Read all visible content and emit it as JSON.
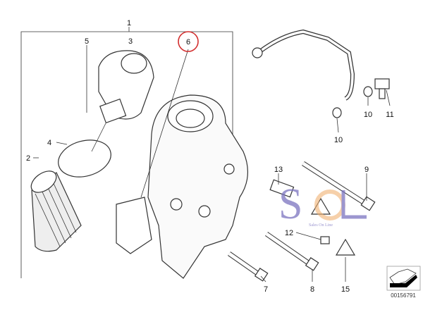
{
  "callouts": {
    "c1": "1",
    "c2": "2",
    "c3": "3",
    "c4": "4",
    "c5": "5",
    "c6": "6",
    "c7": "7",
    "c8": "8",
    "c9": "9",
    "c10a": "10",
    "c10b": "10",
    "c11": "11",
    "c12": "12",
    "c13": "13",
    "c15": "15"
  },
  "highlight_color": "#d33030",
  "diagram_code": "00156791",
  "watermark": {
    "logo": "SOL",
    "tagline": "Sales On Line"
  }
}
